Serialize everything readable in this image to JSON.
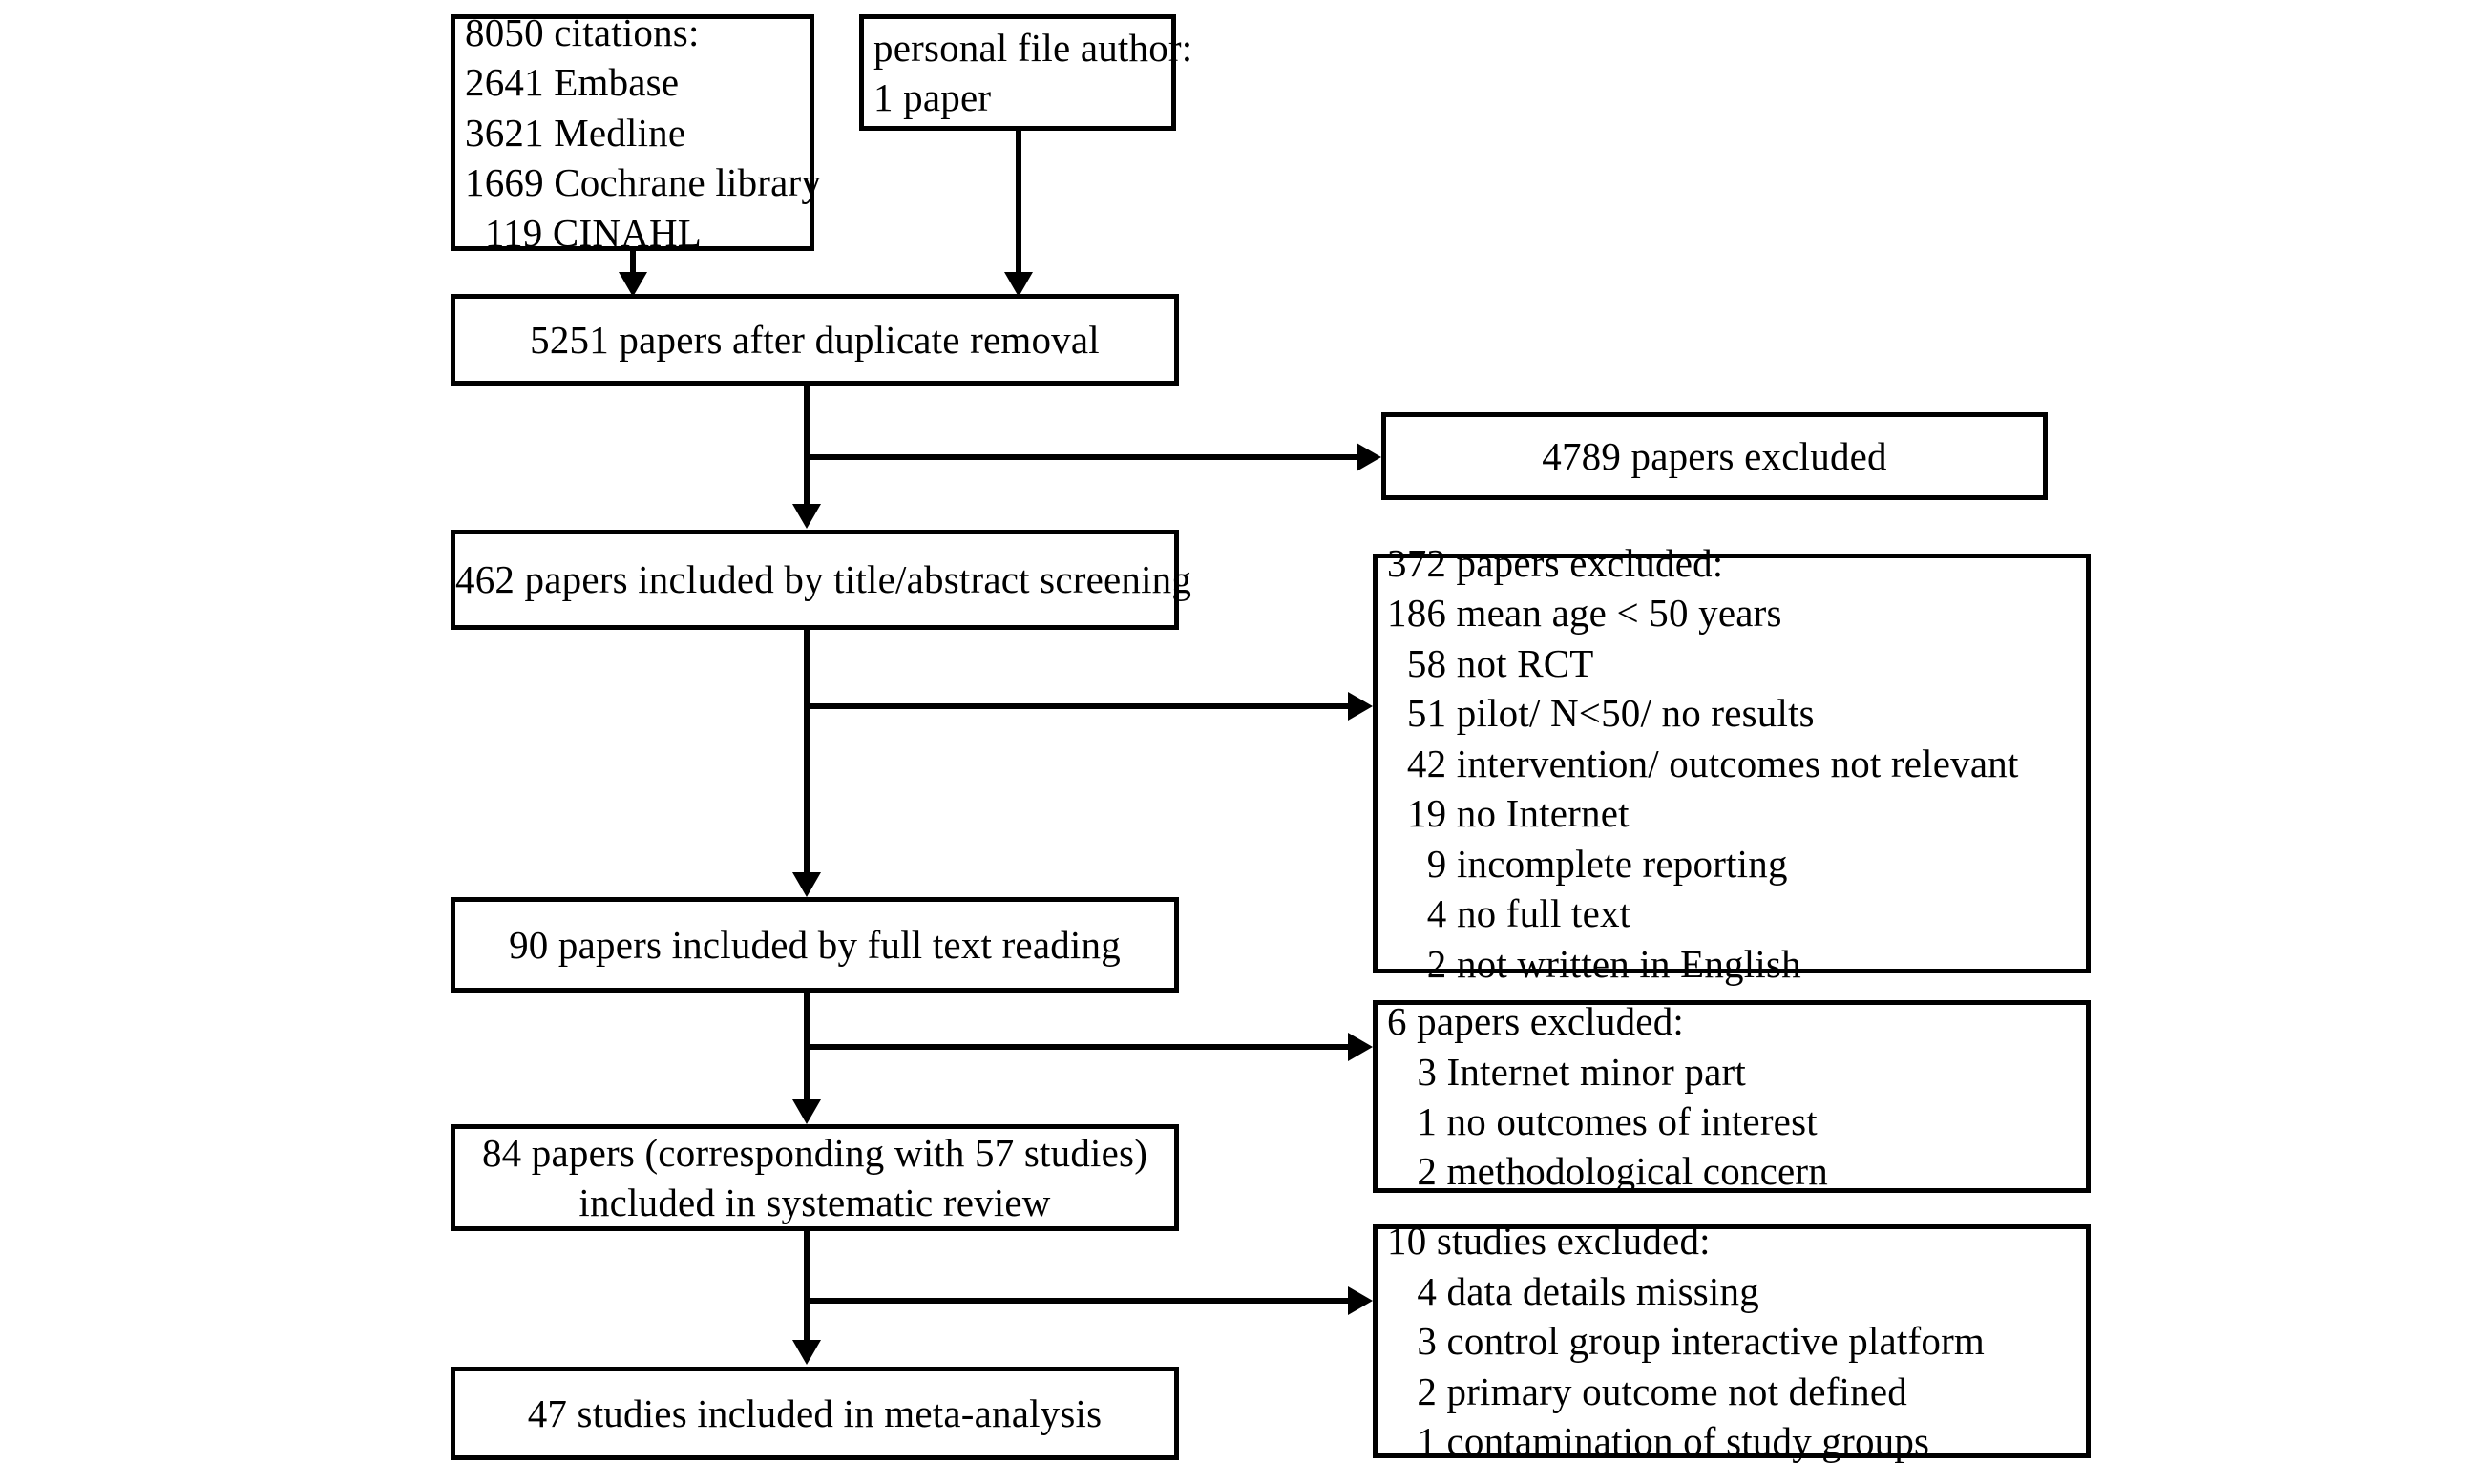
{
  "diagram": {
    "type": "prisma-flow-diagram",
    "title": "Study selection flow diagram",
    "colors": {
      "box_border": "#000000",
      "box_fill": "#ffffff",
      "connector": "#000000",
      "text": "#000000"
    },
    "boxes": {
      "citations": {
        "name": "citations-box",
        "lines": [
          "8050 citations:",
          "2641 Embase",
          "3621 Medline",
          "1669 Cochrane library",
          "  119 CINAHL"
        ]
      },
      "personal_file": {
        "name": "personal-file-box",
        "lines": [
          "personal file author:",
          "1 paper"
        ]
      },
      "after_duplicate_removal": {
        "name": "after-duplicate-removal-box",
        "lines": [
          "5251 papers after duplicate removal"
        ]
      },
      "excluded_4789": {
        "name": "excluded-4789-box",
        "lines": [
          "4789 papers excluded"
        ]
      },
      "title_abstract_screening": {
        "name": "title-abstract-screening-box",
        "lines": [
          "462 papers included by title/abstract screening"
        ]
      },
      "excluded_372": {
        "name": "excluded-372-box",
        "lines": [
          "372 papers excluded:",
          "186 mean age < 50 years",
          "  58 not RCT",
          "  51 pilot/ N<50/ no results",
          "  42 intervention/ outcomes not relevant",
          "  19 no Internet",
          "    9 incomplete reporting",
          "    4 no full text",
          "    2 not written in English"
        ]
      },
      "full_text_reading": {
        "name": "full-text-reading-box",
        "lines": [
          "90 papers included by full text reading"
        ]
      },
      "excluded_6": {
        "name": "excluded-6-box",
        "lines": [
          "6 papers excluded:",
          "   3 Internet minor part",
          "   1 no outcomes of interest",
          "   2 methodological concern"
        ]
      },
      "systematic_review": {
        "name": "systematic-review-box",
        "lines": [
          "84 papers (corresponding with 57 studies)",
          "included in systematic review"
        ]
      },
      "excluded_10": {
        "name": "excluded-10-box",
        "lines": [
          "10 studies excluded:",
          "   4 data details missing",
          "   3 control group interactive platform",
          "   2 primary outcome not defined",
          "   1 contamination of study groups"
        ]
      },
      "meta_analysis": {
        "name": "meta-analysis-box",
        "lines": [
          "47 studies included in meta-analysis"
        ]
      }
    }
  }
}
